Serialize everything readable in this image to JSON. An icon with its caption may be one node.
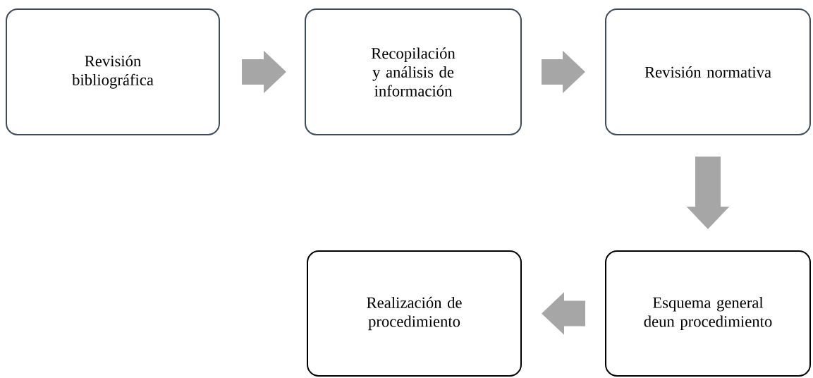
{
  "diagram": {
    "nodes": [
      {
        "text": [
          "Revisión bibliográfica"
        ]
      },
      {
        "text": [
          "Recopilación y análisis de información"
        ]
      },
      {
        "text": [
          "Revisión normativa"
        ]
      },
      {
        "text": [
          "Esquema general deun procedimiento"
        ]
      },
      {
        "text": [
          "Realización de procedimiento"
        ]
      }
    ],
    "edges": [
      {
        "from": 0,
        "to": 1,
        "arrow": "to"
      },
      {
        "from": 1,
        "to": 2,
        "arrow": "to"
      },
      {
        "from": 2,
        "to": 3,
        "arrow": "to"
      },
      {
        "from": 3,
        "to": 4,
        "arrow": "to"
      }
    ]
  }
}
